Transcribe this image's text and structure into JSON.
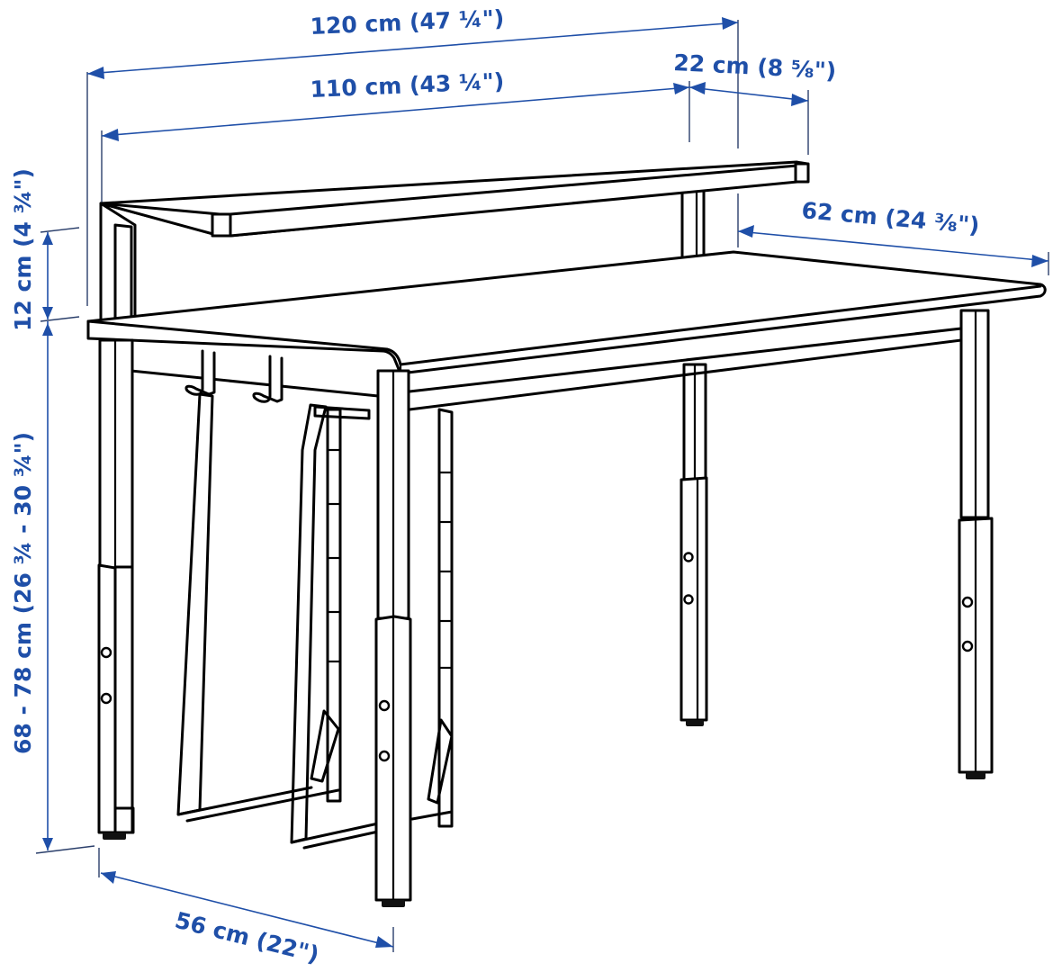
{
  "diagram": {
    "subject": "desk with top shelf, dimension drawing",
    "colors": {
      "dimension": "#1f4fa8",
      "outline": "#000000",
      "background": "#ffffff"
    },
    "dimensions": {
      "overall_width": "120 cm (47 ¼\")",
      "desk_width": "110 cm (43 ¼\")",
      "shelf_overhang": "22 cm (8 ⅝\")",
      "desk_depth": "62 cm (24 ⅜\")",
      "shelf_height": "12 cm (4 ¾\")",
      "desk_height": "68 - 78 cm (26 ¾ - 30 ¾\")",
      "leg_depth": "56 cm (22\")"
    },
    "parts": [
      "top-shelf",
      "desktop",
      "shelf-support-left",
      "shelf-support-right",
      "adjustable-leg-front-left",
      "adjustable-leg-front-right",
      "adjustable-leg-back-left",
      "adjustable-leg-back-right",
      "hanging-cpu-holder",
      "under-desk-hooks"
    ]
  }
}
